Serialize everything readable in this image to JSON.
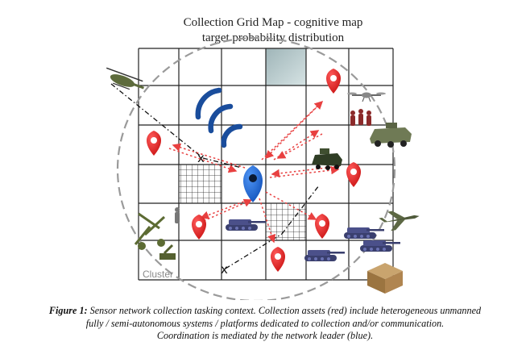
{
  "title": {
    "line1": "Collection Grid Map - cognitive map",
    "line2": "target probability distribution"
  },
  "cluster_label": "Cluster",
  "caption": {
    "figure_label": "Figure 1:",
    "line1_rest": " Sensor network collection tasking context. Collection assets (red) include heterogeneous unmanned",
    "line2": "fully / semi-autonomous systems / platforms dedicated to collection and/or communication.",
    "line3": "Coordination is mediated by the network leader (blue)."
  },
  "colors": {
    "asset": "#e01e1e",
    "leader": "#1565d8",
    "arrow": "#e84040",
    "grid": "#222222",
    "shaded_cell": "#b7c9cc",
    "wireless": "#1a4d9c"
  },
  "icons": [
    "red-location-pin-icon",
    "blue-location-pin-icon",
    "wireless-signal-icon",
    "helicopter-icon",
    "drone-icon",
    "soldiers-icon",
    "armored-vehicle-icon",
    "tank-icon",
    "fighter-jet-icon",
    "artillery-icon",
    "supply-crate-icon"
  ]
}
